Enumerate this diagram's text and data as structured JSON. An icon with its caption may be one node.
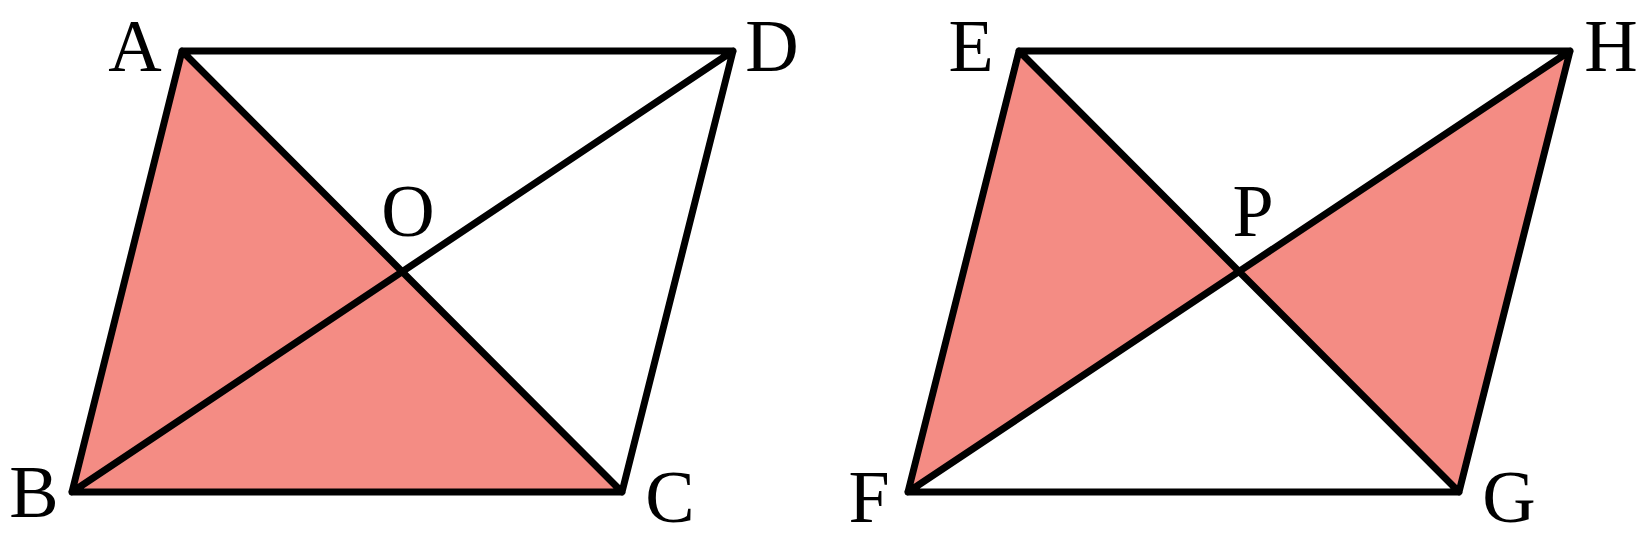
{
  "diagram": {
    "labels": [
      "A",
      "D",
      "E",
      "H",
      "O",
      "P",
      "B",
      "C",
      "F",
      "G"
    ]
  }
}
